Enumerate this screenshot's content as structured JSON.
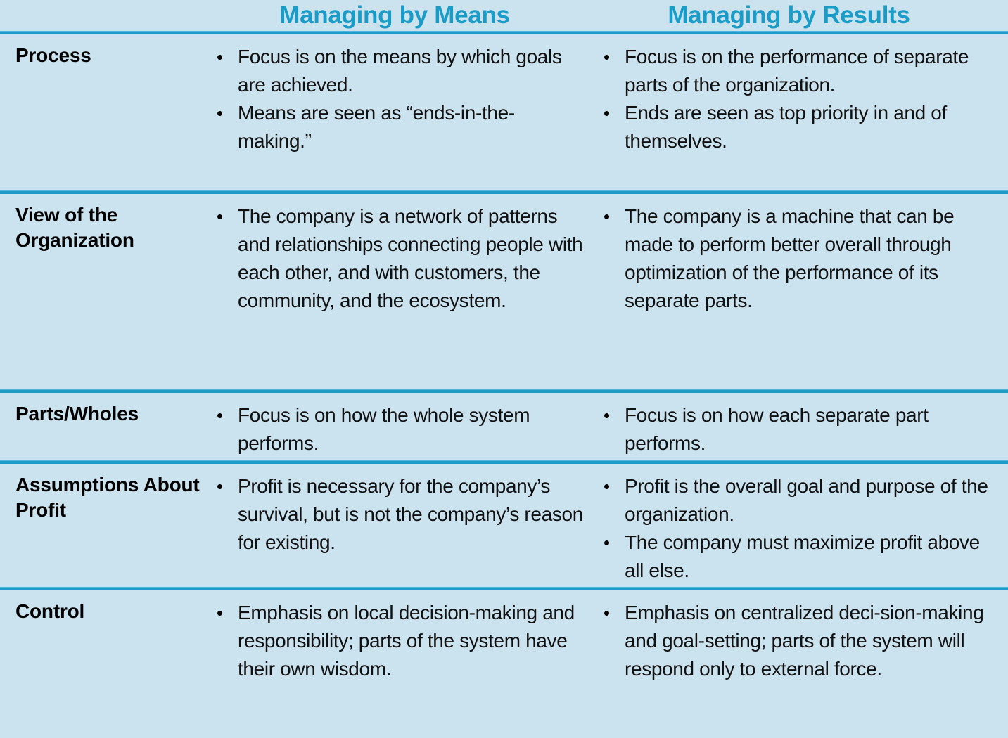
{
  "colors": {
    "background": "#cbe2ef",
    "rule": "#1d9cc9",
    "header_text": "#1a9cc9",
    "body_text": "#111111",
    "label_text": "#000000"
  },
  "header": {
    "label_column": "",
    "means_column": "Managing by Means",
    "results_column": "Managing by Results"
  },
  "rows": [
    {
      "label": "Process",
      "means": [
        "Focus is on the means by which goals are achieved.",
        "Means are seen as “ends-in-the-making.”"
      ],
      "results": [
        "Focus is on the performance of separate parts of the organization.",
        "Ends are seen as top priority in and of themselves."
      ]
    },
    {
      "label": "View of the Organization",
      "means": [
        "The company is a network of patterns and relationships connecting people with each other, and with customers, the community, and the ecosystem."
      ],
      "results": [
        "The company is a machine that can be made to perform better overall through optimization of the performance of its separate parts."
      ]
    },
    {
      "label": "Parts/Wholes",
      "means": [
        "Focus is on how the whole system performs."
      ],
      "results": [
        "Focus is on how each separate part performs."
      ]
    },
    {
      "label": "Assumptions About Profit",
      "means": [
        "Profit is necessary for the company’s survival, but is not the company’s reason for existing."
      ],
      "results": [
        "Profit is the overall goal and purpose of the organization.",
        "The company must maximize profit above all else."
      ]
    },
    {
      "label": "Control",
      "means": [
        "Emphasis on local decision-making and responsibility; parts of the system have their own wisdom."
      ],
      "results": [
        "Emphasis on centralized deci-sion-making and goal-setting; parts of the system will respond only to external force."
      ]
    }
  ]
}
